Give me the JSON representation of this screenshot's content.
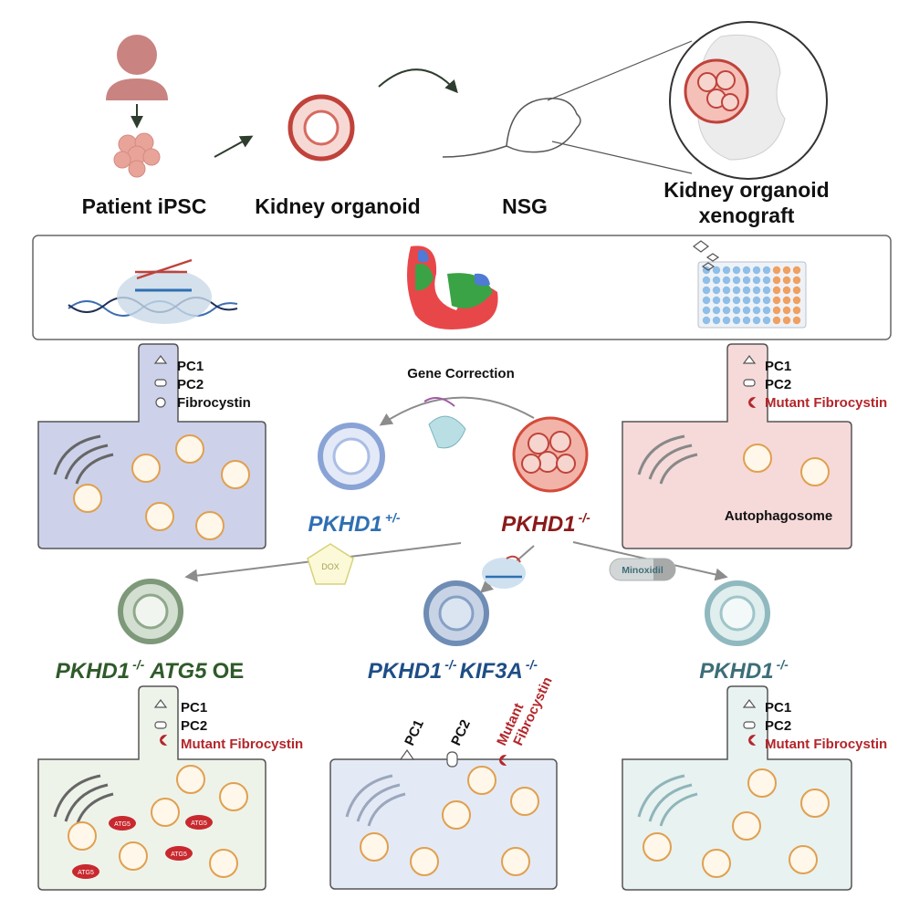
{
  "top_row": {
    "patient_ipsc": "Patient iPSC",
    "kidney_organoid": "Kidney organoid",
    "nsg": "NSG",
    "xenograft_line1": "Kidney organoid",
    "xenograft_line2": "xenograft"
  },
  "gene_correction": "Gene Correction",
  "genotypes": {
    "corrected": {
      "gene": "PKHD1",
      "sup": "+/-"
    },
    "patient": {
      "gene": "PKHD1",
      "sup": "-/-"
    },
    "atg5": {
      "gene": "PKHD1",
      "sup": "-/-",
      "gene2": "ATG5",
      "suffix": "OE"
    },
    "kif3a": {
      "gene": "PKHD1",
      "sup": "-/-",
      "gene2": "KIF3A",
      "sup2": "-/-"
    },
    "minox": {
      "gene": "PKHD1",
      "sup": "-/-"
    }
  },
  "markers": {
    "pc1": "PC1",
    "pc2": "PC2",
    "fibrocystin": "Fibrocystin",
    "mutant_fibrocystin": "Mutant Fibrocystin",
    "mutant": "Mutant",
    "fibrocystin_short": "Fibrocystin"
  },
  "autophagosome": "Autophagosome",
  "treatments": {
    "dox": "DOX",
    "minoxidil": "Minoxidil"
  },
  "atg5_label": "ATG5",
  "colors": {
    "corrected_blue": "#2f6fb3",
    "patient_red": "#8b1a1a",
    "atg5_green": "#2f5a2a",
    "kif3a_blue": "#1f4e86",
    "minox_teal": "#3d6e78",
    "mutant_red": "#b3262a"
  }
}
